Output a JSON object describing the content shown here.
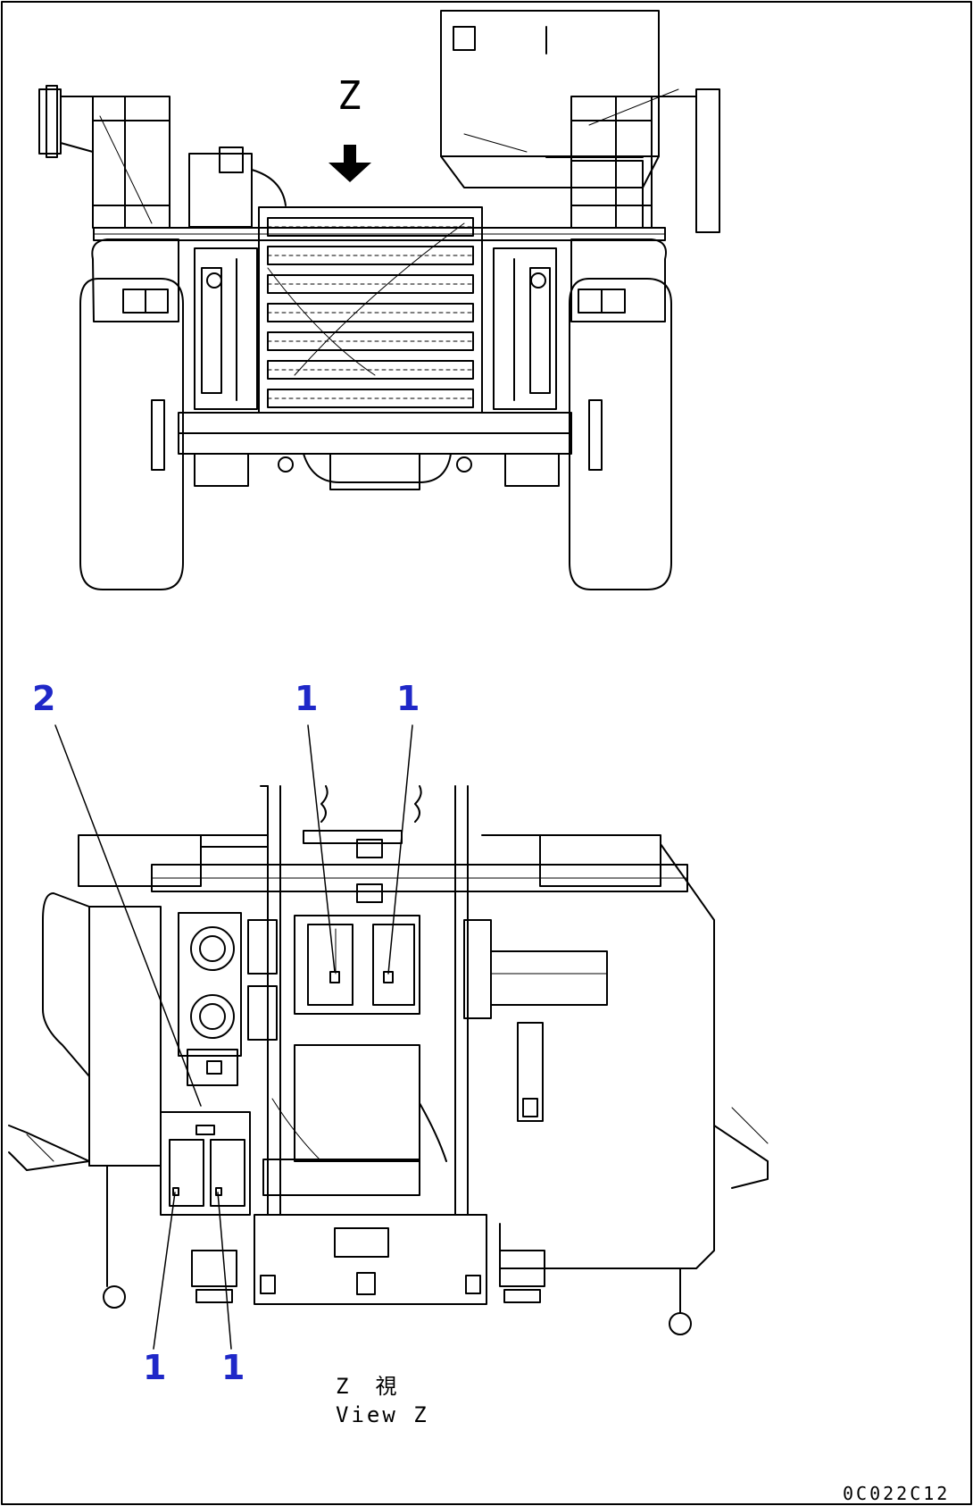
{
  "top_view": {
    "arrow_label": "Z"
  },
  "bottom_view": {
    "view_label_jp": "Z　視",
    "view_label_en": "View Z"
  },
  "callouts": [
    {
      "id": "c2",
      "label": "2"
    },
    {
      "id": "c1a",
      "label": "1"
    },
    {
      "id": "c1b",
      "label": "1"
    },
    {
      "id": "c1c",
      "label": "1"
    },
    {
      "id": "c1d",
      "label": "1"
    }
  ],
  "drawing_number": "0C022C12",
  "colors": {
    "line": "#000000",
    "callout": "#1f28c8",
    "background": "#ffffff"
  }
}
